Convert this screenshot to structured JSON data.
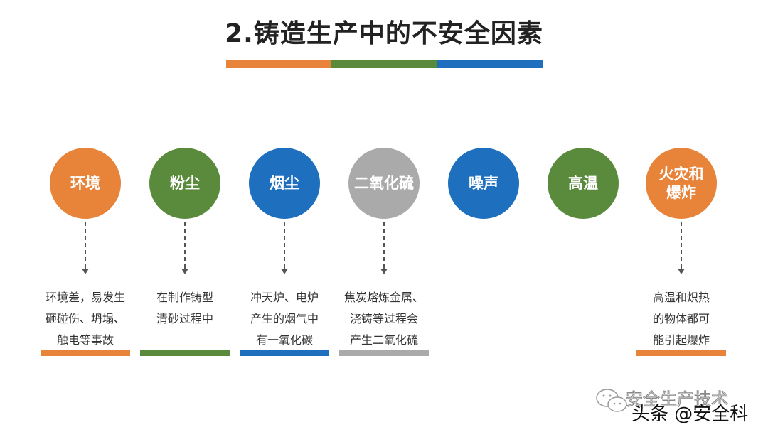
{
  "title": "2.铸造生产中的不安全因素",
  "colors": {
    "orange": "#E8843A",
    "green": "#5A8A3C",
    "blue": "#1F6FBF",
    "gray": "#AAAAAA"
  },
  "title_bar_colors": [
    "#E8843A",
    "#5A8A3C",
    "#1F6FBF"
  ],
  "factors": [
    {
      "label_lines": [
        "环境"
      ],
      "color": "#E8843A",
      "desc": [
        "环境差，易发生",
        "砸碰伤、坍塌、",
        "触电等事故"
      ]
    },
    {
      "label_lines": [
        "粉尘"
      ],
      "color": "#5A8A3C",
      "desc": [
        "在制作铸型",
        "清砂过程中"
      ]
    },
    {
      "label_lines": [
        "烟尘"
      ],
      "color": "#1F6FBF",
      "desc": [
        "冲天炉、电炉",
        "产生的烟气中",
        "有一氧化碳"
      ]
    },
    {
      "label_lines": [
        "二氧化硫"
      ],
      "color": "#AAAAAA",
      "desc": [
        "焦炭熔炼金属、",
        "浇铸等过程会",
        "产生二氧化硫"
      ]
    },
    {
      "label_lines": [
        "噪声"
      ],
      "color": "#1F6FBF",
      "desc": []
    },
    {
      "label_lines": [
        "高温"
      ],
      "color": "#5A8A3C",
      "desc": []
    },
    {
      "label_lines": [
        "火灾和",
        "爆炸"
      ],
      "color": "#E8843A",
      "desc": [
        "高温和炽热",
        "的物体都可",
        "能引起爆炸"
      ]
    }
  ],
  "watermark": {
    "faded": "安全生产技术",
    "main": "头条 @安全科",
    "icon": "wechat-icon"
  }
}
